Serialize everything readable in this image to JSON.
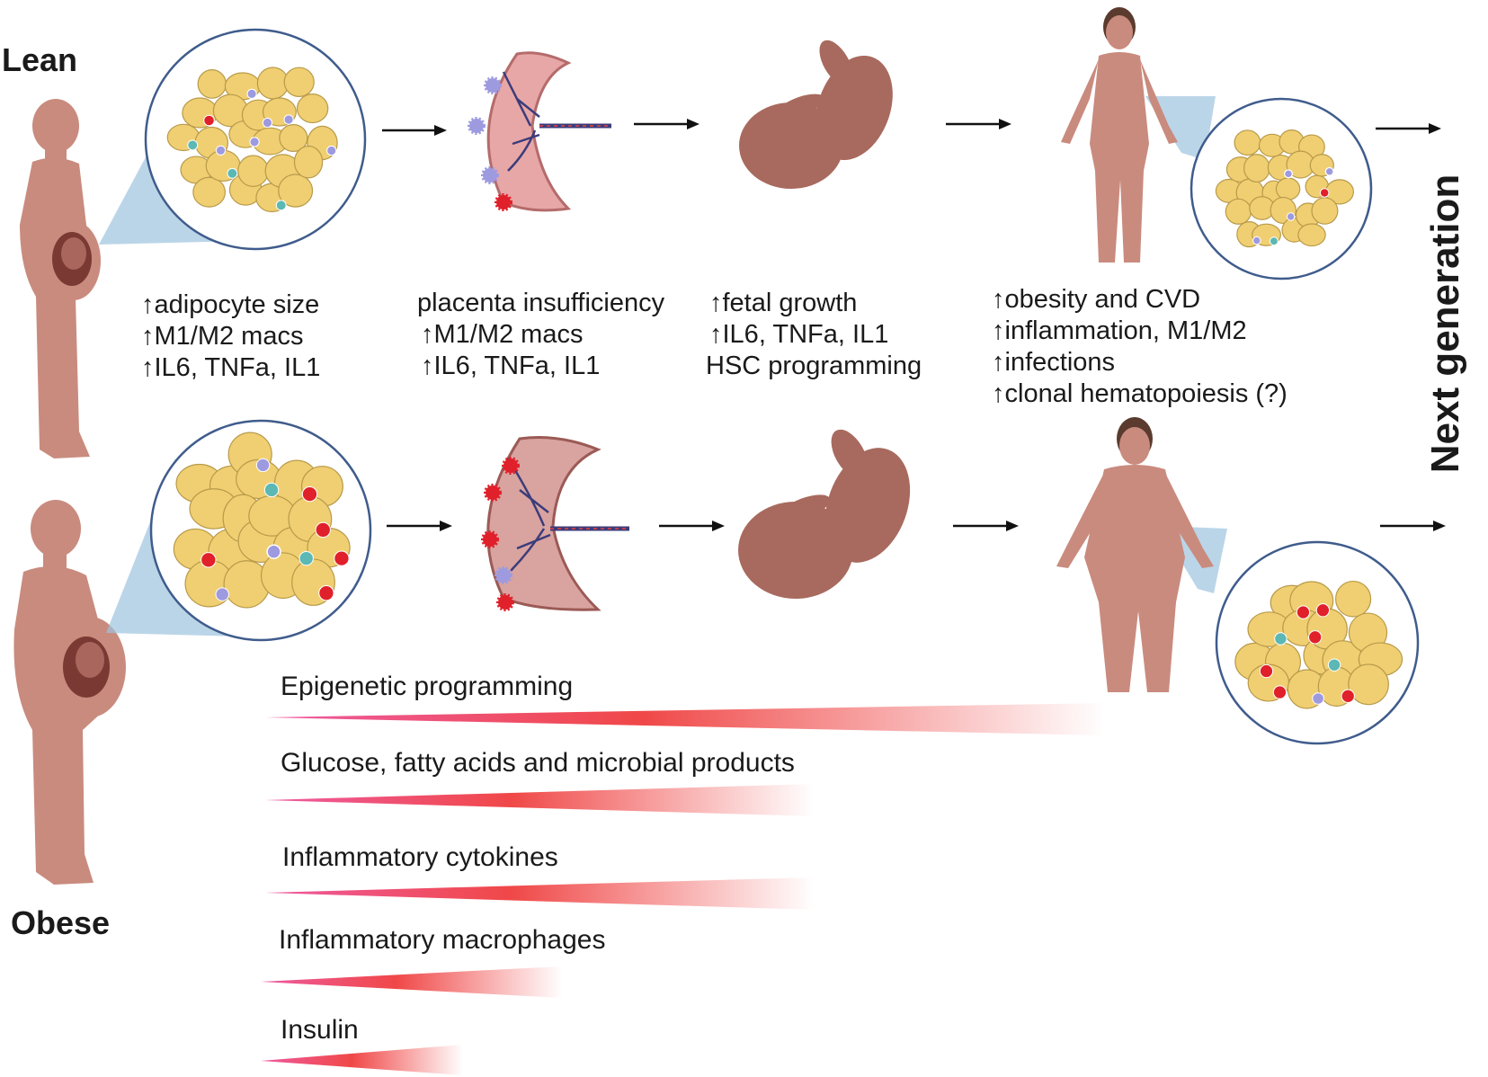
{
  "row_labels": {
    "lean": "Lean",
    "obese": "Obese"
  },
  "side_label": "Next generation",
  "up_arrow": "↑",
  "effects": {
    "adipose": [
      "adipocyte size",
      "M1/M2 macs",
      "IL6, TNFa, IL1"
    ],
    "placenta": {
      "first": "placenta insufficiency",
      "items": [
        "M1/M2 macs",
        "IL6, TNFa, IL1"
      ]
    },
    "fetus": {
      "items": [
        "fetal growth",
        "IL6, TNFa, IL1"
      ],
      "last": "HSC programming"
    },
    "offspring": [
      "obesity and CVD",
      "inflammation, M1/M2",
      "infections",
      "clonal hematopoiesis (?)"
    ]
  },
  "gradients": [
    "Epigenetic programming",
    "Glucose, fatty acids and microbial products",
    "Inflammatory cytokines",
    "Inflammatory macrophages",
    "Insulin"
  ],
  "colors": {
    "skin": "#c98b7e",
    "skin_dark": "#a86a5e",
    "adipocyte": "#f0cf72",
    "circle_border": "#3f5c8c",
    "zoom_fill": "#9ec3de",
    "gradient_pink": "#ee5aa0",
    "gradient_red": "#f04848",
    "macrophage_red": "#e0202a",
    "macrophage_purple": "#9d9ae0",
    "cell_teal": "#5bb8b4"
  }
}
